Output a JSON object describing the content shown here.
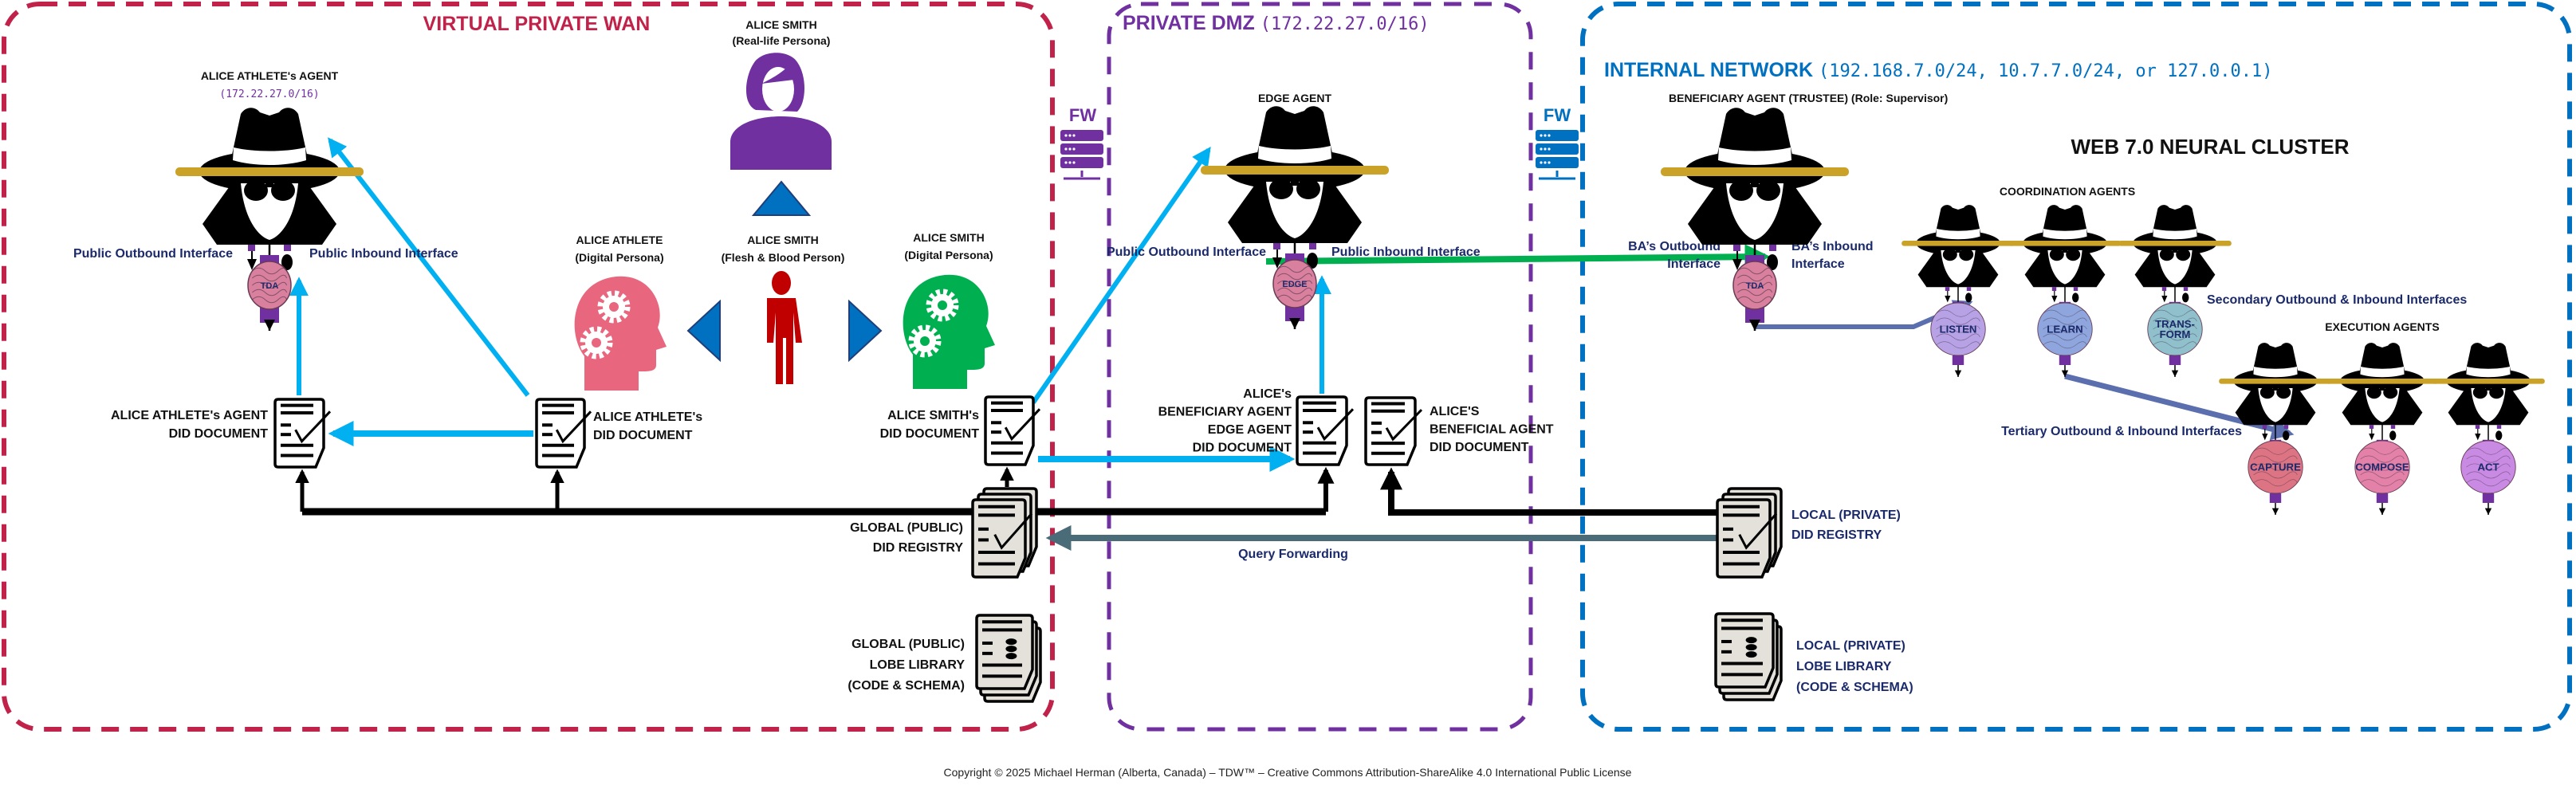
{
  "zones": {
    "wan": {
      "title": "VIRTUAL PRIVATE WAN",
      "color": "#c0224a"
    },
    "dmz": {
      "title": "PRIVATE DMZ",
      "ip": "(172.22.27.0/16)",
      "color": "#7030a0"
    },
    "internal": {
      "title": "INTERNAL NETWORK",
      "ip": "(192.168.7.0/24, 10.7.7.0/24, or 127.0.0.1)",
      "color": "#0070c0"
    }
  },
  "firewalls": [
    {
      "label": "FW",
      "color": "#7030a0"
    },
    {
      "label": "FW",
      "color": "#0070c0"
    }
  ],
  "persons": {
    "real": {
      "name": "ALICE SMITH",
      "sub": "(Real-life Persona)",
      "color": "#7030a0"
    },
    "athlete": {
      "name": "ALICE ATHLETE",
      "sub": "(Digital Persona)",
      "color": "#e8677f"
    },
    "flesh": {
      "name": "ALICE SMITH",
      "sub": "(Flesh & Blood Person)",
      "color": "#c00000"
    },
    "smith_digital": {
      "name": "ALICE SMITH",
      "sub": "(Digital Persona)",
      "color": "#00b050"
    }
  },
  "agents": {
    "athlete_agent": {
      "label": "ALICE ATHLETE's AGENT",
      "ip": "(172.22.27.0/16)",
      "brain": [
        "TDA"
      ],
      "outbound": "Public Outbound Interface",
      "inbound": "Public Inbound Interface"
    },
    "edge": {
      "label": "EDGE AGENT",
      "brain": [
        "EDGE"
      ],
      "outbound": "Public Outbound Interface",
      "inbound": "Public Inbound Interface"
    },
    "beneficiary": {
      "label": "BENEFICIARY AGENT (TRUSTEE) (Role: Supervisor)",
      "brain": [
        "TDA"
      ],
      "outbound": [
        "BA’s Outbound",
        "Interface"
      ],
      "inbound": [
        "BA’s Inbound",
        "Interface"
      ]
    }
  },
  "cluster": {
    "title": "WEB 7.0 NEURAL CLUSTER",
    "coordination": {
      "label": "COORDINATION AGENTS",
      "interfaces": "Secondary Outbound & Inbound Interfaces",
      "agents": [
        {
          "brain": [
            "LISTEN"
          ],
          "color": "#b6a2e4"
        },
        {
          "brain": [
            "LEARN"
          ],
          "color": "#8fa5dd"
        },
        {
          "brain": [
            "TRANS-",
            "FORM"
          ],
          "color": "#8fc0cc"
        }
      ]
    },
    "execution": {
      "label": "EXECUTION AGENTS",
      "interfaces": "Tertiary Outbound & Inbound Interfaces",
      "agents": [
        {
          "brain": [
            "CAPTURE"
          ],
          "color": "#dc7484"
        },
        {
          "brain": [
            "COMPOSE"
          ],
          "color": "#e381a8"
        },
        {
          "brain": [
            "ACT"
          ],
          "color": "#c88ae2"
        }
      ]
    }
  },
  "documents": {
    "athlete_agent_did": [
      "ALICE ATHLETE's AGENT",
      "DID DOCUMENT"
    ],
    "athlete_did": [
      "ALICE ATHLETE's",
      "DID DOCUMENT"
    ],
    "smith_did": [
      "ALICE SMITH's",
      "DID DOCUMENT"
    ],
    "ba_edge_did": [
      "ALICE's",
      "BENEFICIARY AGENT",
      "EDGE AGENT",
      "DID DOCUMENT"
    ],
    "beneficial_did": [
      "ALICE'S",
      "BENEFICIAL AGENT",
      "DID DOCUMENT"
    ],
    "global_registry": [
      "GLOBAL (PUBLIC)",
      "DID REGISTRY"
    ],
    "global_library": [
      "GLOBAL (PUBLIC)",
      "LOBE LIBRARY",
      "(CODE & SCHEMA)"
    ],
    "local_registry": [
      "LOCAL (PRIVATE)",
      "DID REGISTRY"
    ],
    "local_library": [
      "LOCAL (PRIVATE)",
      "LOBE LIBRARY",
      "(CODE & SCHEMA)"
    ]
  },
  "query_forwarding": "Query Forwarding",
  "copyright": "Copyright © 2025 Michael Herman (Alberta, Canada) – TDW™ – Creative Commons Attribution-ShareAlike  4.0 International Public License",
  "colors": {
    "did_link": "#00b0f0",
    "registry_link": "#000000",
    "agent_link": "#00b050",
    "query": "#4a6b78",
    "cluster_link": "#5b6fae",
    "brim": "#c9a227",
    "interface": "#7030a0",
    "label_navy": "#1b2a6b"
  }
}
